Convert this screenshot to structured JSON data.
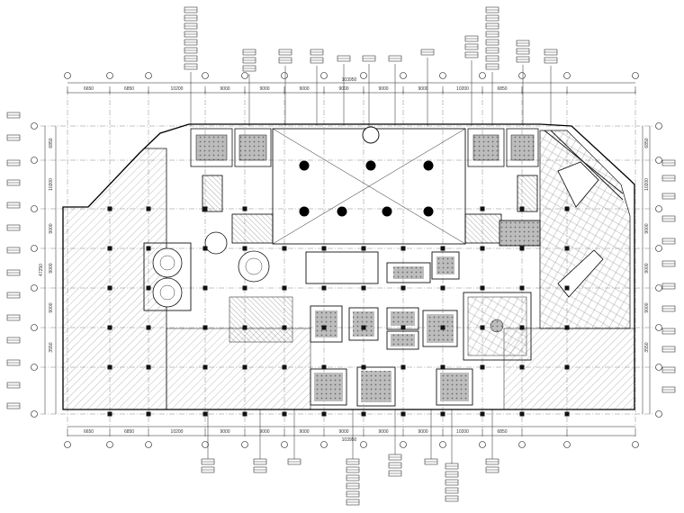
{
  "drawing": {
    "top_overall": "103950",
    "bottom_overall": "103950",
    "top_dims": [
      "6650",
      "6850",
      "10200",
      "9000",
      "9000",
      "9000",
      "9000",
      "9000",
      "9000",
      "10200",
      "6850"
    ],
    "bottom_dims": [
      "6650",
      "6850",
      "10200",
      "9000",
      "9000",
      "9000",
      "9000",
      "9000",
      "9000",
      "10200",
      "6850"
    ],
    "left_overall": "47250",
    "left_dims": [
      "6850",
      "10200",
      "9000",
      "9000",
      "9000",
      "3550"
    ],
    "right_dims": [
      "6850",
      "10200",
      "9000",
      "9000",
      "9000",
      "3550"
    ]
  }
}
